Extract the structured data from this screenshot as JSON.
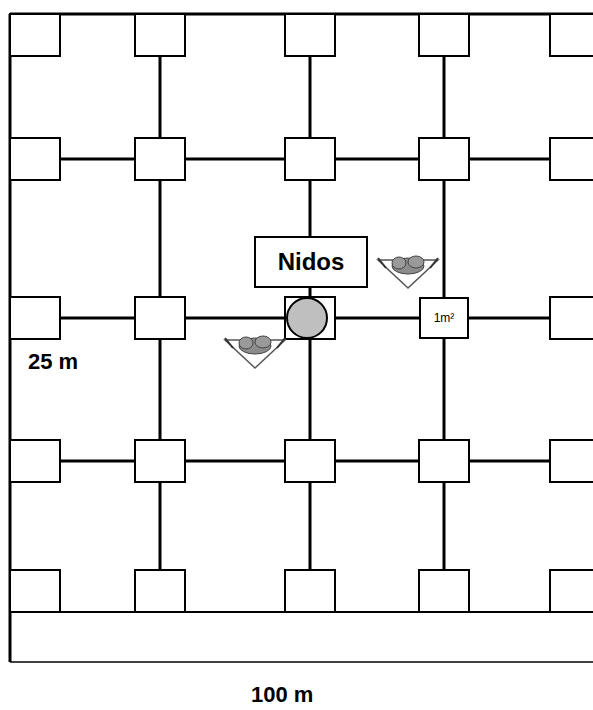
{
  "diagram": {
    "nodes": [
      {
        "text": [
          "Nidos"
        ]
      },
      {
        "text": [
          "1m²"
        ]
      }
    ],
    "labels": [
      "25 m",
      "100 m"
    ]
  }
}
